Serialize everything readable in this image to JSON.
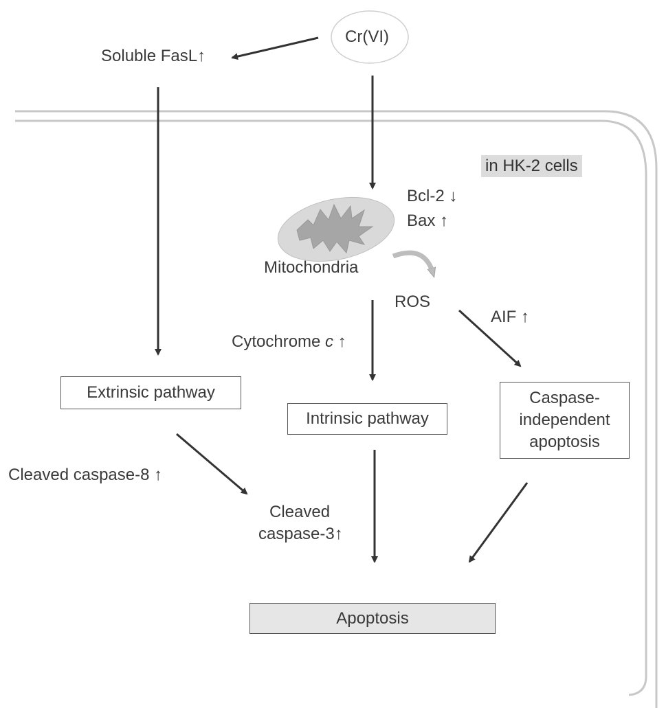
{
  "stimulus": "Cr(VI)",
  "fasl": "Soluble FasL↑",
  "cell_label": "in HK-2 cells",
  "bcl2": "Bcl-2 ↓",
  "bax": "Bax ↑",
  "mitochondria": "Mitochondria",
  "ros": "ROS",
  "aif": "AIF ↑",
  "cytochrome_prefix": "Cytochrome ",
  "cytochrome_c": "c",
  "cytochrome_suffix": " ↑",
  "extrinsic": "Extrinsic pathway",
  "intrinsic": "Intrinsic pathway",
  "caspase_independent": [
    "Caspase-",
    "independent",
    "apoptosis"
  ],
  "caspase8": "Cleaved caspase-8 ↑",
  "caspase3": [
    "Cleaved",
    "caspase-3↑"
  ],
  "apoptosis": "Apoptosis",
  "colors": {
    "arrow": "#333333",
    "membrane": "#c8c8c8",
    "mito_outer": "#d9d9d9",
    "mito_inner": "#a6a6a6",
    "ros_arrow": "#bdbdbd",
    "shaded_box": "#e6e6e6"
  }
}
